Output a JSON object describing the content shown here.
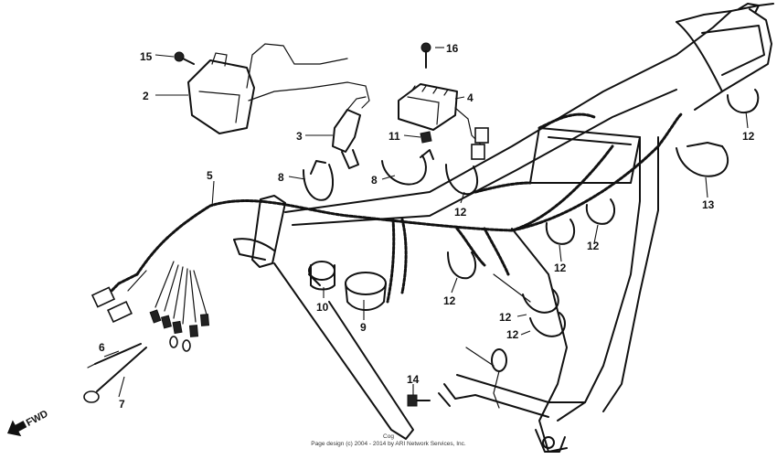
{
  "diagram": {
    "callouts": [
      {
        "id": "c2",
        "label": "2"
      },
      {
        "id": "c3",
        "label": "3"
      },
      {
        "id": "c4",
        "label": "4"
      },
      {
        "id": "c5",
        "label": "5"
      },
      {
        "id": "c6",
        "label": "6"
      },
      {
        "id": "c7",
        "label": "7"
      },
      {
        "id": "c8a",
        "label": "8"
      },
      {
        "id": "c8b",
        "label": "8"
      },
      {
        "id": "c9",
        "label": "9"
      },
      {
        "id": "c10",
        "label": "10"
      },
      {
        "id": "c11",
        "label": "11"
      },
      {
        "id": "c12a",
        "label": "12"
      },
      {
        "id": "c12b",
        "label": "12"
      },
      {
        "id": "c12c",
        "label": "12"
      },
      {
        "id": "c12d",
        "label": "12"
      },
      {
        "id": "c12e",
        "label": "12"
      },
      {
        "id": "c12f",
        "label": "12"
      },
      {
        "id": "c12g",
        "label": "12"
      },
      {
        "id": "c13",
        "label": "13"
      },
      {
        "id": "c14",
        "label": "14"
      },
      {
        "id": "c15",
        "label": "15"
      },
      {
        "id": "c16",
        "label": "16"
      }
    ],
    "fwd_label": "FWD",
    "footer_line1": "Cog",
    "footer_line2": "Page design (c) 2004 - 2014 by ARI Network Services, Inc."
  }
}
